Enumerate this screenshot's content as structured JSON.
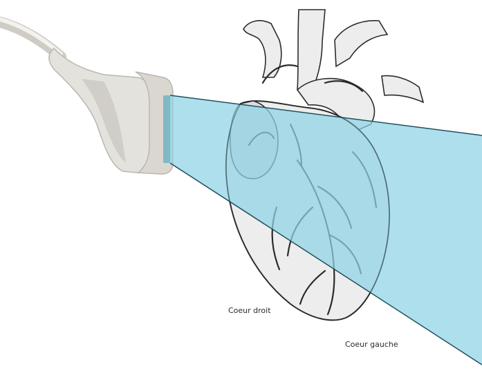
{
  "labels": {
    "right_heart": "Coeur droit",
    "left_heart": "Coeur gauche"
  },
  "colors": {
    "beam_fill": "#8fd3e6",
    "beam_edge": "#1f4f5c",
    "probe_body": "#e4e2dc",
    "probe_shadow": "#b9b6ae",
    "probe_head": "#d9d7d0",
    "lens": "#7fb9c6",
    "heart_fill": "#ededed",
    "heart_ink": "#2b2b2b"
  },
  "icons": {
    "probe": "ultrasound-probe-icon",
    "heart": "anatomical-heart-illustration"
  }
}
